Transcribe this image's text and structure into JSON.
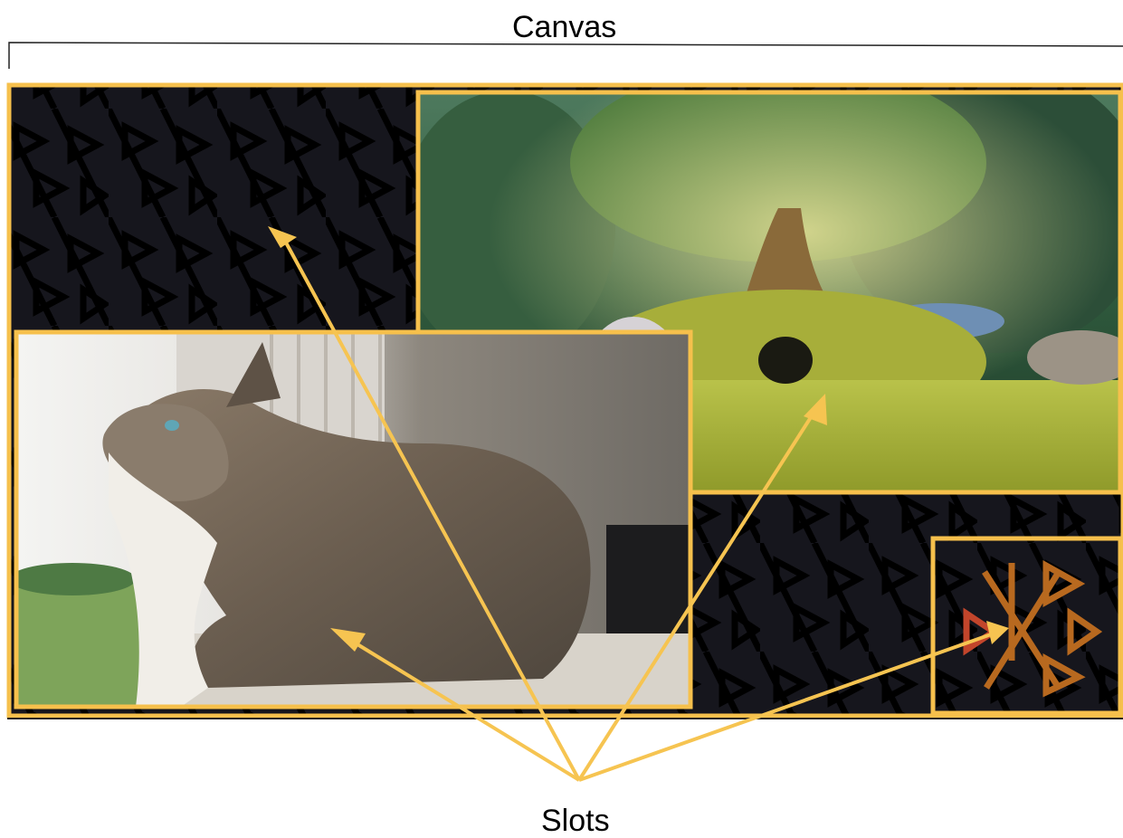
{
  "labels": {
    "canvas": "Canvas",
    "slots": "Slots"
  },
  "colors": {
    "slot_border": "#F6C04C",
    "arrow": "#F6C451",
    "background": "#15151C",
    "pattern": "#000000",
    "logo_orange": "#B8691F",
    "bracket": "#222222"
  },
  "slots": [
    {
      "name": "background-pattern",
      "content": "dark-triangle-pattern"
    },
    {
      "name": "forest-video",
      "content": "forest-scene"
    },
    {
      "name": "cat-camera",
      "content": "cat-photo"
    },
    {
      "name": "logo-overlay",
      "content": "triangle-logo"
    }
  ]
}
